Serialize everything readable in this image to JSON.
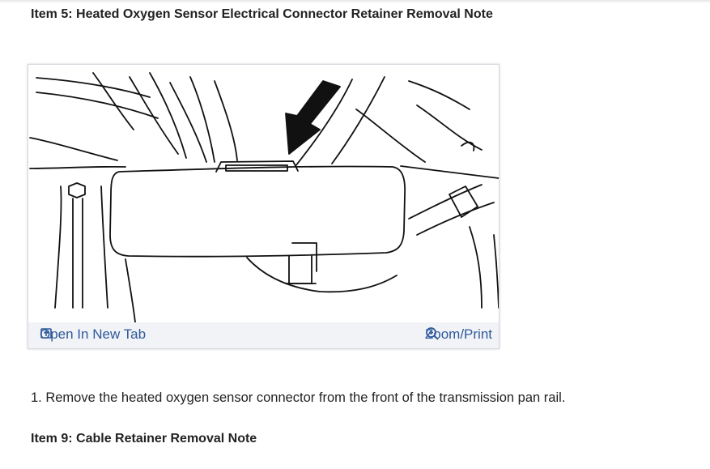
{
  "sections": [
    {
      "heading": "Item 5: Heated Oxygen Sensor Electrical Connector Retainer Removal Note"
    },
    {
      "heading": "Item 9: Cable Retainer Removal Note"
    }
  ],
  "figure": {
    "open_label": "Open In New Tab",
    "zoom_label": "Zoom/Print",
    "open_icon": "open-new-tab-icon",
    "zoom_icon": "magnifier-plus-icon"
  },
  "steps": [
    "1. Remove the heated oxygen sensor connector from the front of the transmission pan rail."
  ],
  "colors": {
    "link": "#2f5a9c",
    "text": "#222222",
    "figure_bar": "#f1f3f7"
  }
}
